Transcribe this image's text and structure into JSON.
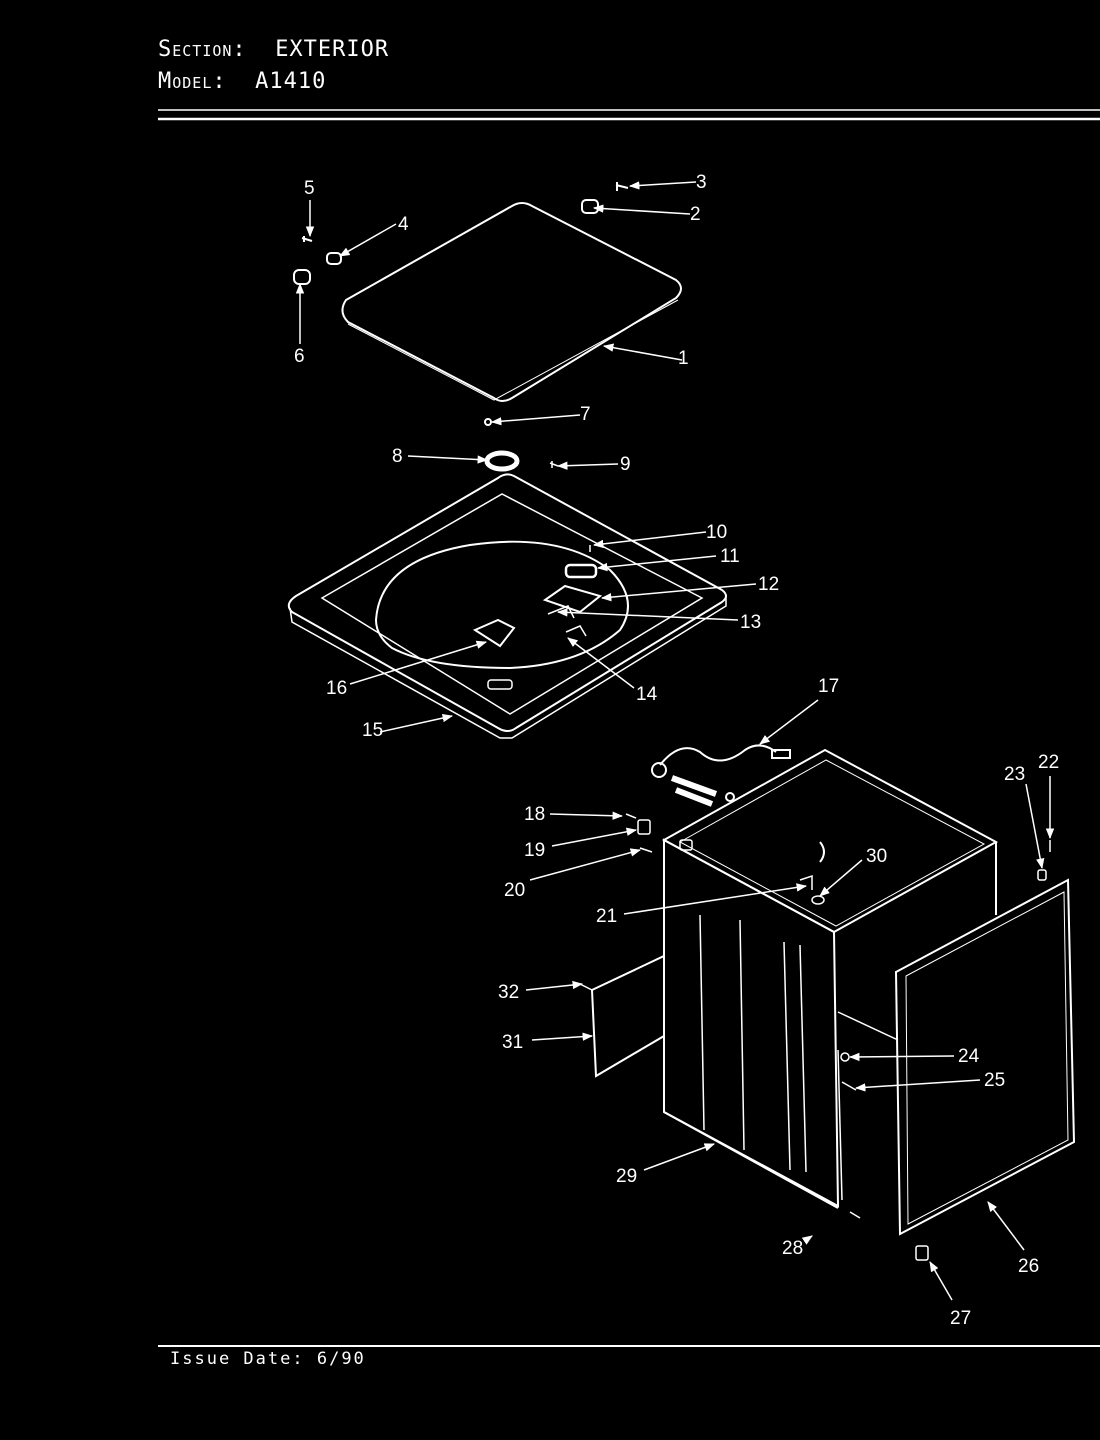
{
  "header": {
    "section_label": "Section:",
    "section_value": "EXTERIOR",
    "model_label": "Model:",
    "model_value": "A1410"
  },
  "footer": {
    "issue_label": "Issue Date:",
    "issue_value": "6/90"
  },
  "callouts": [
    "1",
    "2",
    "3",
    "4",
    "5",
    "6",
    "7",
    "8",
    "9",
    "10",
    "11",
    "12",
    "13",
    "14",
    "15",
    "16",
    "17",
    "18",
    "19",
    "20",
    "21",
    "22",
    "23",
    "24",
    "25",
    "26",
    "27",
    "28",
    "29",
    "30",
    "31",
    "32"
  ],
  "colors": {
    "background": "#000000",
    "foreground": "#ffffff"
  }
}
